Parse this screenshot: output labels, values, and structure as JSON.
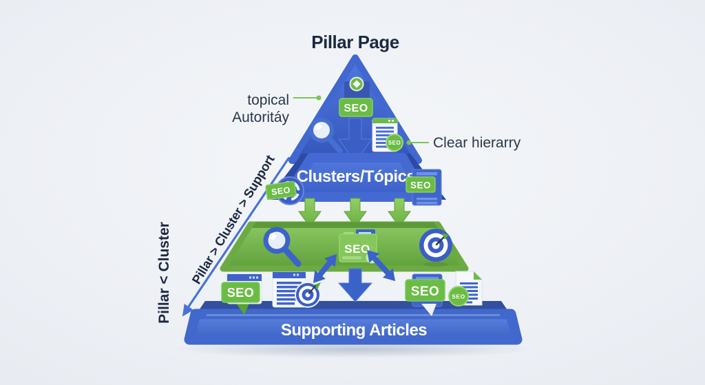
{
  "title": "Pillar Page",
  "pyramid": {
    "clusters_tier": {
      "label": "Clusters/Tópics"
    },
    "supporting_tier": {
      "label": "Supporting Articles"
    }
  },
  "callouts": {
    "topical_authority": {
      "line1": "topical",
      "line2": "Autoritáy"
    },
    "clear_hierarchy": {
      "label": "Clear hierarry"
    }
  },
  "flow_labels": {
    "vertical": "Pillar < Cluster",
    "diagonal": "Pillar > Cluster > Support"
  },
  "badge": {
    "seo": "SEO"
  },
  "icons": {
    "triangle_top": "diamond-icon",
    "left_of_triangle": "magnifier-icon",
    "right_of_triangle": "document-icon",
    "clusters_left": "refresh-icon",
    "clusters_right": "card-stack-icon",
    "green_tier": [
      "magnifier-icon",
      "seo-card-play-icon",
      "target-icon"
    ],
    "bottom_row": [
      "browser-seo-speech-icon",
      "document-target-icon",
      "seo-card-speech-icon",
      "document-seo-circle-icon"
    ]
  },
  "colors": {
    "background": "#eef1f6",
    "blue": "#3f63cb",
    "blue_dark": "#2c4aa3",
    "blue_light": "#5d82de",
    "green": "#6dbf4b",
    "green_dark": "#59a236",
    "text_dark": "#1c2940",
    "white": "#ffffff"
  }
}
